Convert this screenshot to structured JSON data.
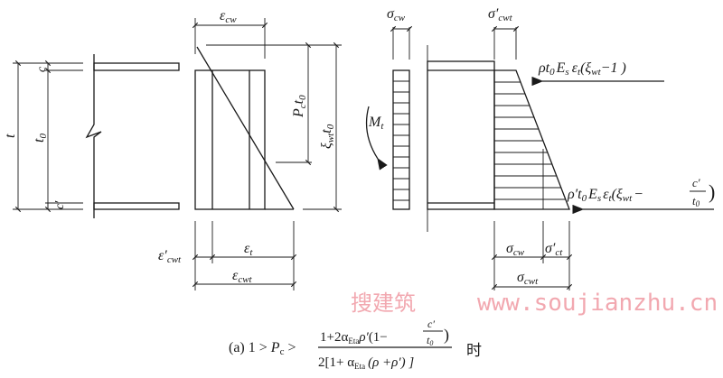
{
  "labels": {
    "t": "t",
    "c": "c",
    "t0": {
      "main": "t",
      "sub": "0"
    },
    "c_prime": "c′",
    "eps_cw": {
      "main": "ε",
      "sub": "cw"
    },
    "pc_t0": {
      "main": "P",
      "sub": "c",
      "main2": "t",
      "sub2": "0"
    },
    "xi_t0": {
      "main": "ξ",
      "sub": "wt",
      "main2": "t",
      "sub2": "0"
    },
    "eps_cwt_prime": {
      "main": "ε′",
      "sub": "cwt"
    },
    "eps_t": {
      "main": "ε",
      "sub": "t"
    },
    "eps_cwt": {
      "main": "ε",
      "sub": "cwt"
    },
    "sigma_cw_top": {
      "main": "σ",
      "sub": "cw"
    },
    "sigma_cwt_prime": {
      "main": "σ′",
      "sub": "cwt"
    },
    "moment": {
      "main": "M",
      "sub": "t"
    },
    "force_top": {
      "a": "ρt",
      "a_sub": "0",
      "b": "E",
      "b_sub": "s",
      "c": "ε",
      "c_sub": "t",
      "d": "(ξ",
      "d_sub": "wt",
      "e": "−1 )"
    },
    "force_bottom": {
      "a": "ρ′t",
      "a_sub": "0",
      "b": "E",
      "b_sub": "s",
      "c": "ε",
      "c_sub": "t",
      "d": "(ξ",
      "d_sub": "wt",
      "e": "−",
      "num": "c′",
      "den": "t",
      "den_sub": "0",
      "close": ")"
    },
    "sigma_cw_bottom": {
      "main": "σ",
      "sub": "cw"
    },
    "sigma_ct_prime": {
      "main": "σ′",
      "sub": "ct"
    },
    "sigma_cwt": {
      "main": "σ",
      "sub": "cwt"
    }
  },
  "caption": {
    "prefix": "(a) 1 > ",
    "pc": "P",
    "pc_sub": "c",
    "gt": " >",
    "num_a": "1+2α",
    "num_a_sub": "Eta",
    "num_b": "ρ′",
    "num_c": "(1−",
    "num_frac_num": "c′",
    "num_frac_den": "t",
    "num_frac_den_sub": "0",
    "num_close": ")",
    "den_a": "2[1+ α",
    "den_a_sub": "Eta",
    "den_b": "(ρ +ρ′) ]",
    "suffix": "时"
  },
  "watermark": {
    "cn": "搜建筑",
    "url": "www.soujianzhu.cn"
  }
}
